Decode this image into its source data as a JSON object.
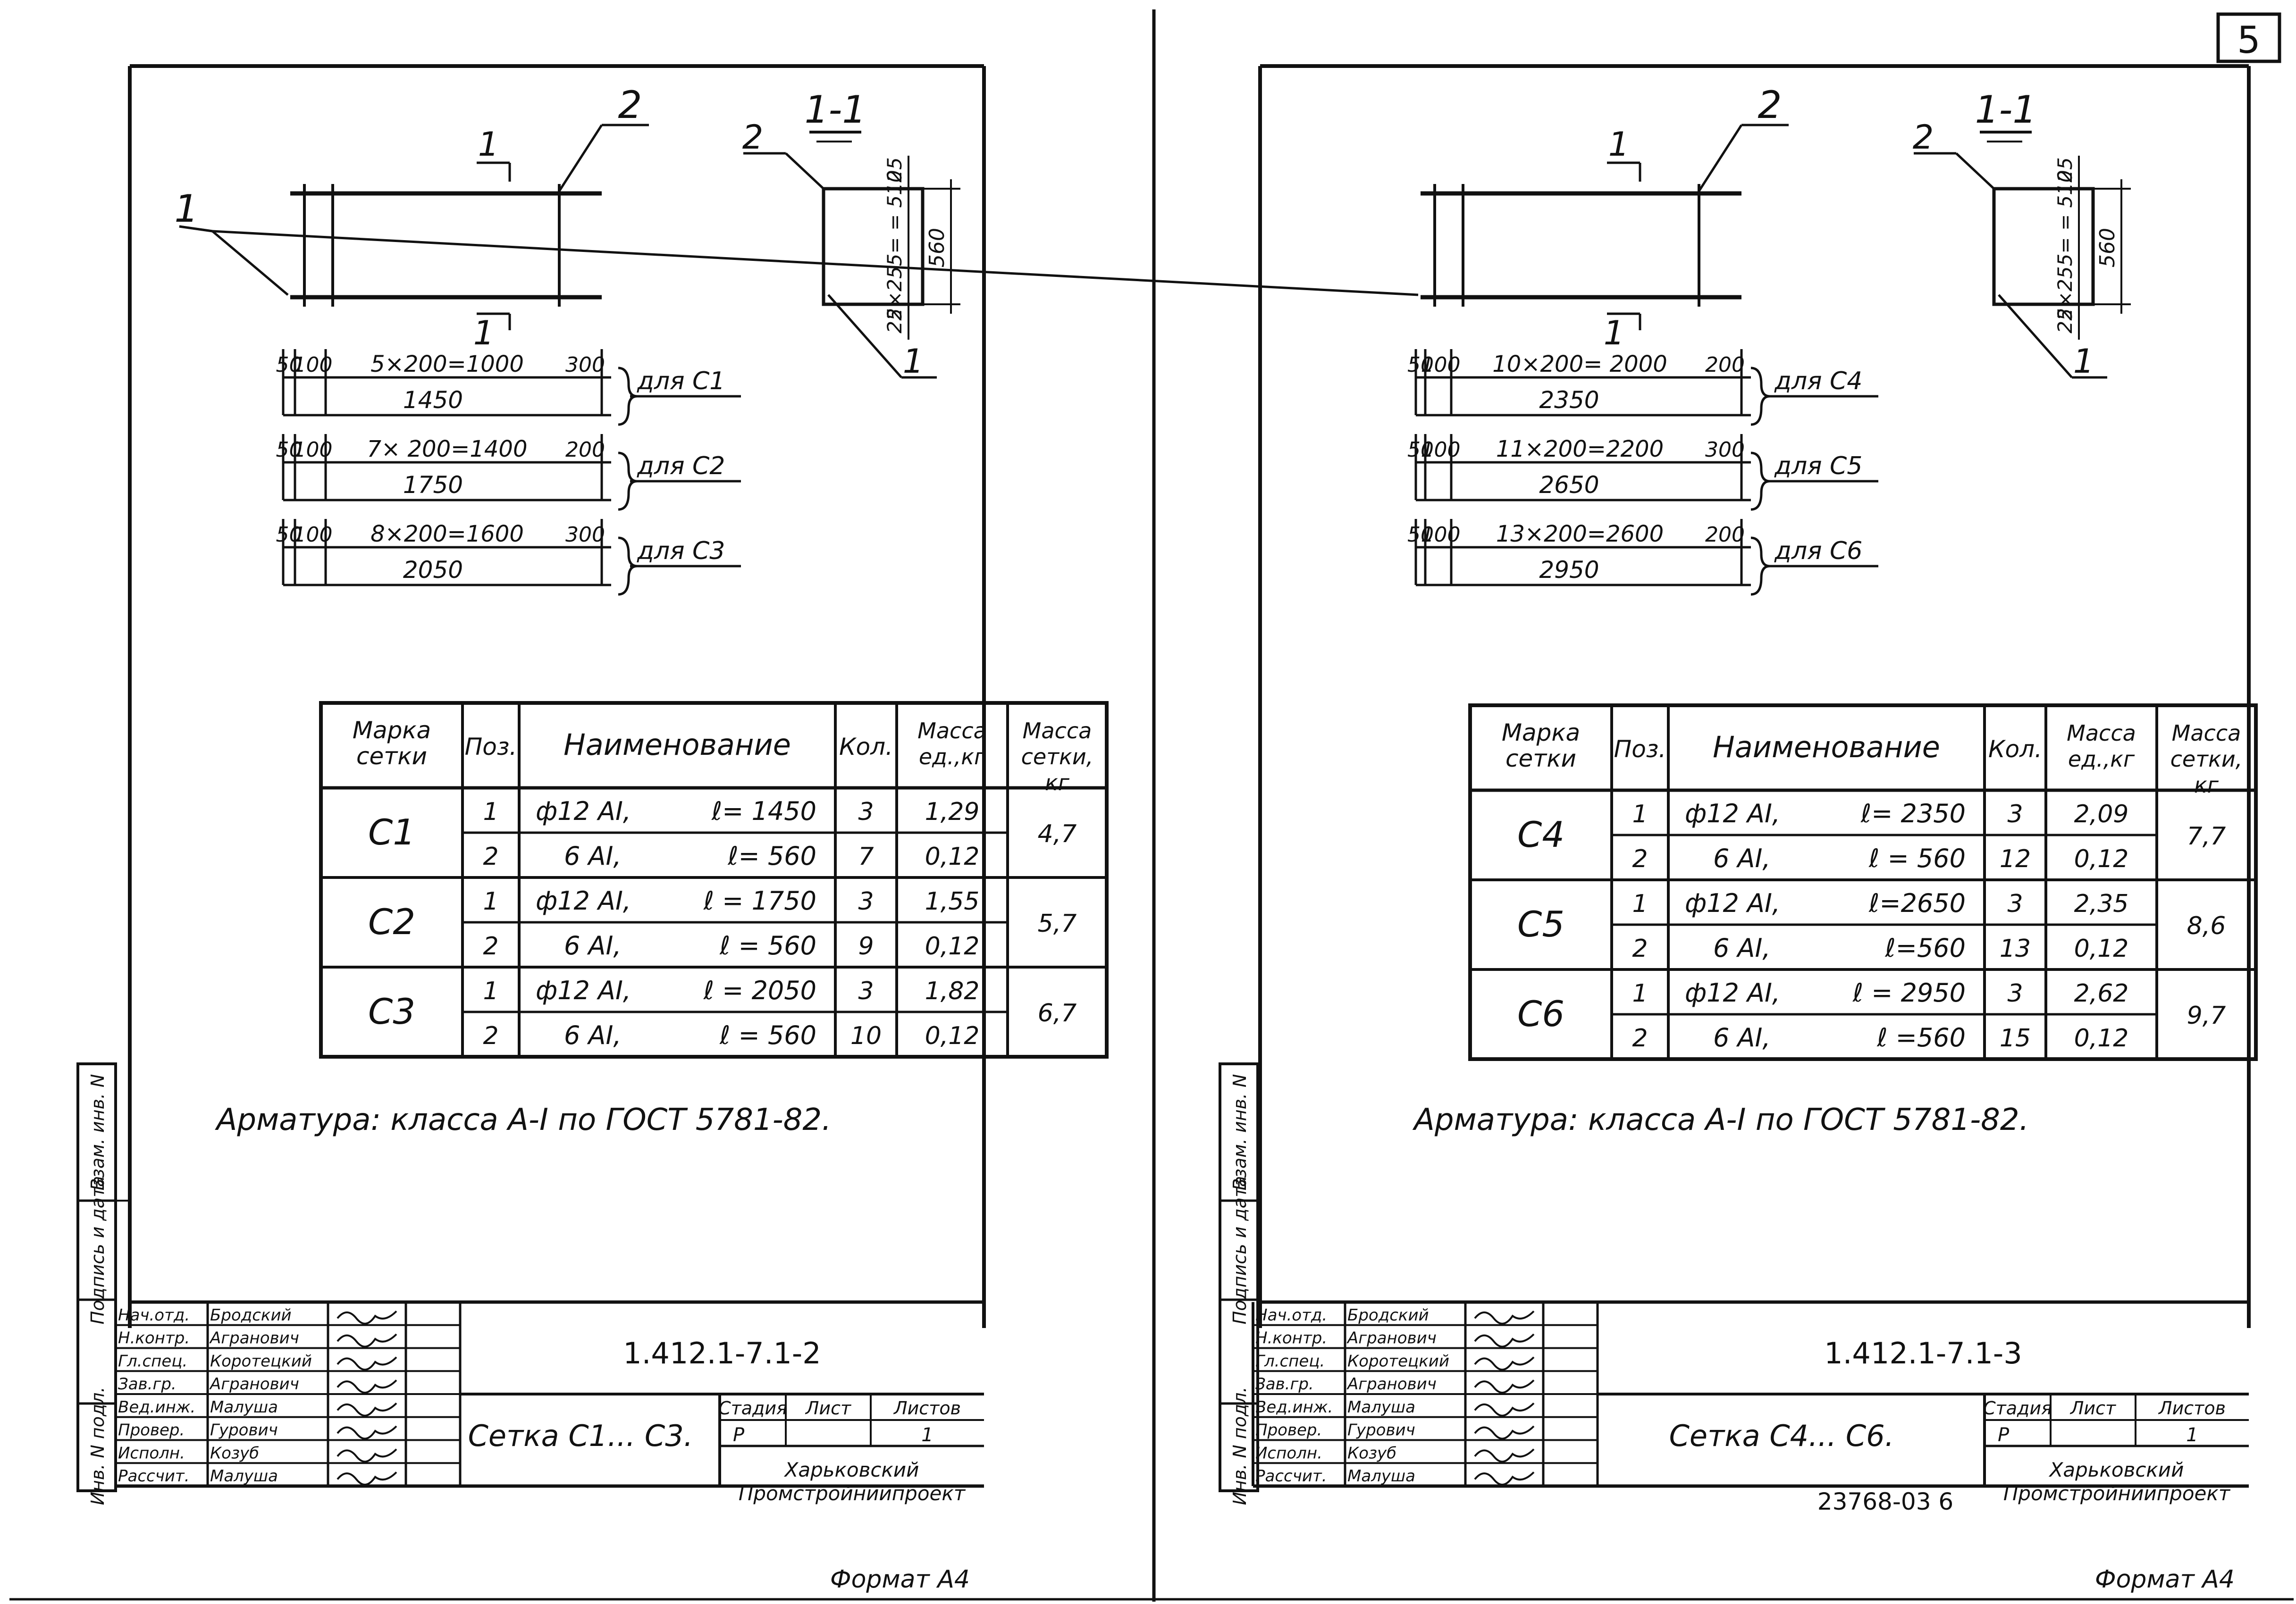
{
  "sheet_number": "5",
  "sheets": [
    {
      "id": "left",
      "section_label": "1-1",
      "callout_1": "1",
      "callout_2": "2",
      "section_cut_mark": "1",
      "section_dims": {
        "top": "25",
        "middle": "2×255= = 510",
        "bottom": "25",
        "total": "560"
      },
      "dims": [
        {
          "seg_a": "50",
          "seg_b": "100",
          "seg_c": "5×200=1000",
          "seg_d": "300",
          "total": "1450",
          "label": "для С1"
        },
        {
          "seg_a": "50",
          "seg_b": "100",
          "seg_c": "7× 200=1400",
          "seg_d": "200",
          "total": "1750",
          "label": "для С2"
        },
        {
          "seg_a": "50",
          "seg_b": "100",
          "seg_c": "8×200=1600",
          "seg_d": "300",
          "total": "2050",
          "label": "для С3"
        }
      ],
      "table": {
        "headers": [
          "Марка сетки",
          "Поз.",
          "Наименование",
          "Кол.",
          "Масса ед.,кг",
          "Масса сетки, кг"
        ],
        "groups": [
          {
            "mark": "С1",
            "mass": "4,7",
            "rows": [
              {
                "pos": "1",
                "name": "ф12 АI,",
                "len": "ℓ= 1450",
                "qty": "3",
                "unit": "1,29"
              },
              {
                "pos": "2",
                "name": "6 АI,",
                "len": "ℓ= 560",
                "qty": "7",
                "unit": "0,12"
              }
            ]
          },
          {
            "mark": "С2",
            "mass": "5,7",
            "rows": [
              {
                "pos": "1",
                "name": "ф12 АI,",
                "len": "ℓ = 1750",
                "qty": "3",
                "unit": "1,55"
              },
              {
                "pos": "2",
                "name": "6 АI,",
                "len": "ℓ = 560",
                "qty": "9",
                "unit": "0,12"
              }
            ]
          },
          {
            "mark": "С3",
            "mass": "6,7",
            "rows": [
              {
                "pos": "1",
                "name": "ф12 АI,",
                "len": "ℓ = 2050",
                "qty": "3",
                "unit": "1,82"
              },
              {
                "pos": "2",
                "name": "6 АI,",
                "len": "ℓ = 560",
                "qty": "10",
                "unit": "0,12"
              }
            ]
          }
        ]
      },
      "note": "Арматура: класса А-I по ГОСТ 5781-82.",
      "side_labels": [
        "Инв. N подл.",
        "Подпись и дата",
        "Взам. инв. N"
      ],
      "title_block": {
        "roles": [
          "Нач.отд.",
          "Н.контр.",
          "Гл.спец.",
          "Зав.гр.",
          "Вед.инж.",
          "Провер.",
          "Исполн.",
          "Рассчит."
        ],
        "names": [
          "Бродский",
          "Агранович",
          "Коротецкий",
          "Агранович",
          "Малуша",
          "Гурович",
          "Козуб",
          "Малуша"
        ],
        "code": "1.412.1-7.1-2",
        "title": "Сетка С1... С3.",
        "stage_h": "Стадия",
        "sheet_h": "Лист",
        "sheets_h": "Листов",
        "stage": "Р",
        "sheet": "",
        "sheets": "1",
        "org": "Харьковский Промстройниипроект"
      },
      "format": "Формат А4",
      "archive": ""
    },
    {
      "id": "right",
      "section_label": "1-1",
      "callout_1": "1",
      "callout_2": "2",
      "section_cut_mark": "1",
      "section_dims": {
        "top": "25",
        "middle": "2×255= = 510",
        "bottom": "25",
        "total": "560"
      },
      "dims": [
        {
          "seg_a": "50",
          "seg_b": "100",
          "seg_c": "10×200= 2000",
          "seg_d": "200",
          "total": "2350",
          "label": "для С4"
        },
        {
          "seg_a": "50",
          "seg_b": "100",
          "seg_c": "11×200=2200",
          "seg_d": "300",
          "total": "2650",
          "label": "для С5"
        },
        {
          "seg_a": "50",
          "seg_b": "100",
          "seg_c": "13×200=2600",
          "seg_d": "200",
          "total": "2950",
          "label": "для С6"
        }
      ],
      "table": {
        "headers": [
          "Марка сетки",
          "Поз.",
          "Наименование",
          "Кол.",
          "Масса ед.,кг",
          "Масса сетки, кг"
        ],
        "groups": [
          {
            "mark": "С4",
            "mass": "7,7",
            "rows": [
              {
                "pos": "1",
                "name": "ф12 АI,",
                "len": "ℓ= 2350",
                "qty": "3",
                "unit": "2,09"
              },
              {
                "pos": "2",
                "name": "6 АI,",
                "len": "ℓ = 560",
                "qty": "12",
                "unit": "0,12"
              }
            ]
          },
          {
            "mark": "С5",
            "mass": "8,6",
            "rows": [
              {
                "pos": "1",
                "name": "ф12 АI,",
                "len": "ℓ=2650",
                "qty": "3",
                "unit": "2,35"
              },
              {
                "pos": "2",
                "name": "6 АI,",
                "len": "ℓ=560",
                "qty": "13",
                "unit": "0,12"
              }
            ]
          },
          {
            "mark": "С6",
            "mass": "9,7",
            "rows": [
              {
                "pos": "1",
                "name": "ф12 АI,",
                "len": "ℓ = 2950",
                "qty": "3",
                "unit": "2,62"
              },
              {
                "pos": "2",
                "name": "6 АI,",
                "len": "ℓ =560",
                "qty": "15",
                "unit": "0,12"
              }
            ]
          }
        ]
      },
      "note": "Арматура: класса А-I по ГОСТ 5781-82.",
      "side_labels": [
        "Инв. N подл.",
        "Подпись и дата",
        "Взам. инв. N"
      ],
      "title_block": {
        "roles": [
          "Нач.отд.",
          "Н.контр.",
          "Гл.спец.",
          "Зав.гр.",
          "Вед.инж.",
          "Провер.",
          "Исполн.",
          "Рассчит."
        ],
        "names": [
          "Бродский",
          "Агранович",
          "Коротецкий",
          "Агранович",
          "Малуша",
          "Гурович",
          "Козуб",
          "Малуша"
        ],
        "code": "1.412.1-7.1-3",
        "title": "Сетка С4... С6.",
        "stage_h": "Стадия",
        "sheet_h": "Лист",
        "sheets_h": "Листов",
        "stage": "Р",
        "sheet": "",
        "sheets": "1",
        "org": "Харьковский Промстройниипроект"
      },
      "format": "Формат А4",
      "archive": "23768-03    6"
    }
  ]
}
